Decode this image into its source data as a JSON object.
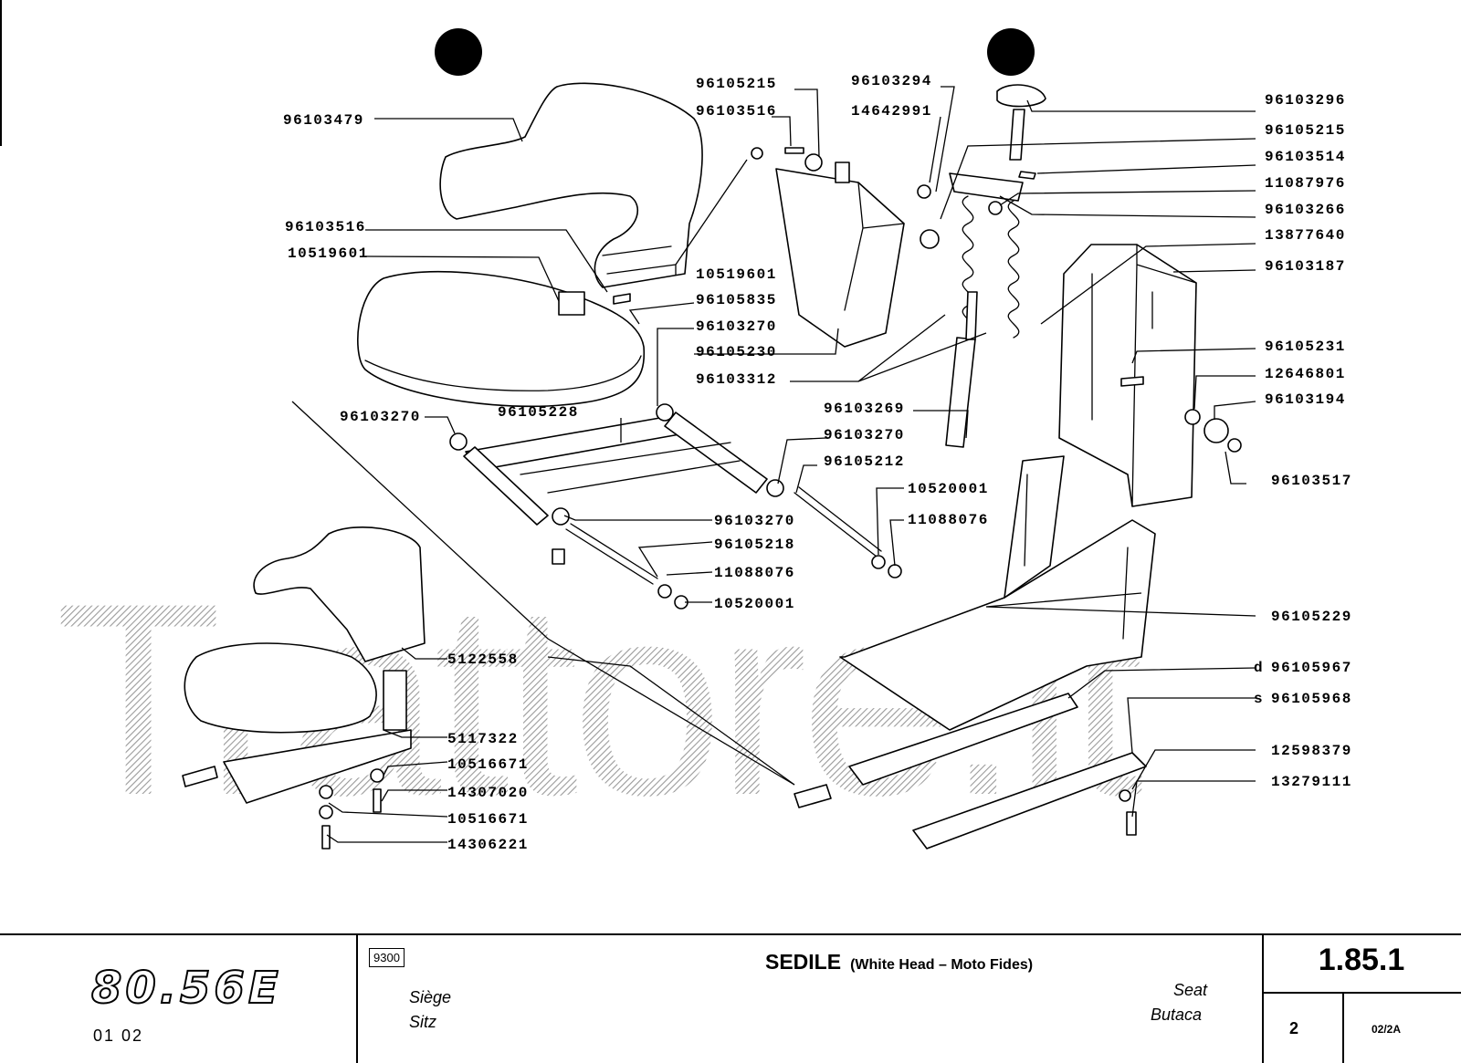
{
  "labels": {
    "l01": "96105215",
    "l02": "96103294",
    "l03": "96103516",
    "l04": "14642991",
    "l05": "96103296",
    "l06": "96105215",
    "l07": "96103514",
    "l08": "11087976",
    "l09": "96103266",
    "l10": "13877640",
    "l11": "96103187",
    "l12": "96103479",
    "l13": "96103516",
    "l14": "10519601",
    "l15": "10519601",
    "l16": "96105835",
    "l17": "96103270",
    "l18": "96105230",
    "l19": "96103312",
    "l20": "96105231",
    "l21": "12646801",
    "l22": "96103194",
    "l23": "96103270",
    "l24": "96105228",
    "l25": "96103269",
    "l26": "96103270",
    "l27": "96105212",
    "l28": "96103517",
    "l29": "10520001",
    "l30": "11088076",
    "l31": "96103270",
    "l32": "96105218",
    "l33": "11088076",
    "l34": "10520001",
    "l35": "96105229",
    "l36": "5122558",
    "l37": "d",
    "l38": "96105967",
    "l39": "s",
    "l40": "96105968",
    "l41": "5117322",
    "l42": "10516671",
    "l43": "12598379",
    "l44": "14307020",
    "l45": "13279111",
    "l46": "10516671",
    "l47": "14306221"
  },
  "watermark": "Trattore.it",
  "title_block": {
    "model": "80.56E",
    "model_sub": "01  02",
    "code": "9300",
    "title": "SEDILE",
    "subtitle": "(White Head – Moto Fides)",
    "lang_fr": "Siège",
    "lang_de": "Sitz",
    "lang_en": "Seat",
    "lang_es": "Butaca",
    "ref": "1.85.1",
    "page": "2",
    "rev": "02/2A"
  }
}
